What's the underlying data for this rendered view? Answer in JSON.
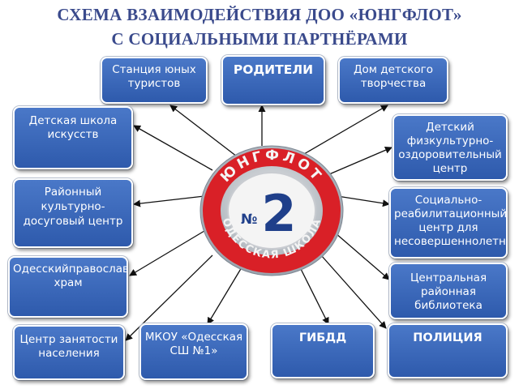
{
  "title": {
    "line1": "СХЕМА ВЗАИМОДЕЙСТВИЯ ДОО «ЮНГФЛОТ»",
    "line2": "С СОЦИАЛЬНЫМИ ПАРТНЁРАМИ"
  },
  "emblem": {
    "top_text": "ЮНГФЛОТ",
    "number_sign": "№",
    "number": "2",
    "bottom_text": "ОДЕССКАЯ ШКОЛА"
  },
  "colors": {
    "title": "#3a4a8c",
    "box": "#3566b8",
    "ring": "#d92027",
    "arrow": "#111111"
  },
  "partners": {
    "station": "Станция юных туристов",
    "parents": "РОДИТЕЛИ",
    "house": "Дом детского творчества",
    "art_school": "Детская школа искусств",
    "sport_center": "Детский физкультурно-оздоровительный центр",
    "culture_center": "Районный культурно-досуговый центр",
    "rehab_center": "Социально-реабилитационный центр для несовершеннолетних",
    "church": "Одесскийправославный храм",
    "library": "Центральная районная библиотека",
    "employment": "Центр занятости населения",
    "mkou": "МКОУ «Одесская СШ №1»",
    "gibdd": "ГИБДД",
    "police": "ПОЛИЦИЯ"
  }
}
